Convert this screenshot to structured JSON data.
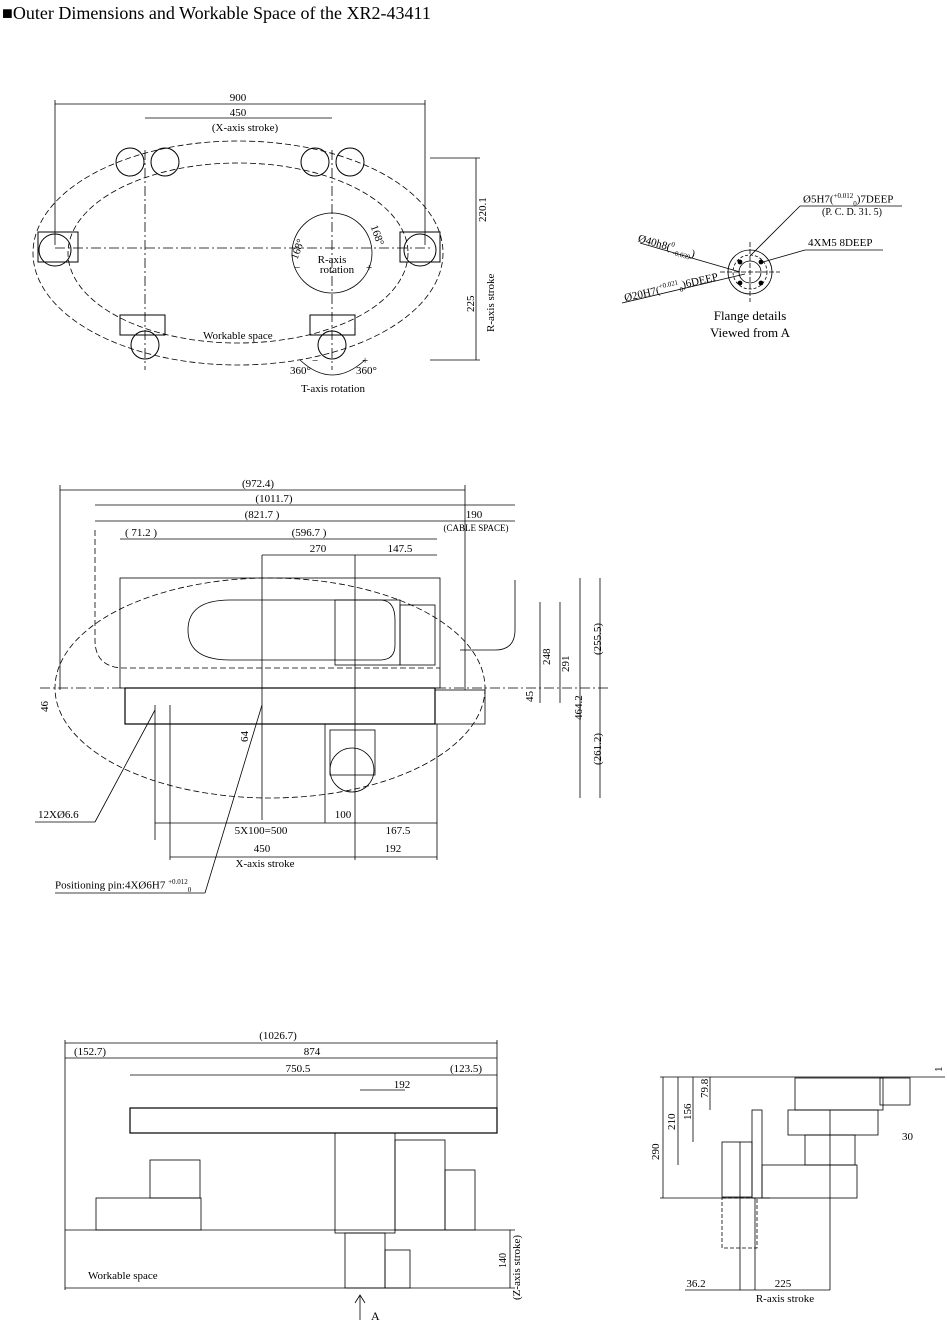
{
  "title": "■Outer Dimensions and Workable Space of the XR2-43411",
  "top_view": {
    "dim_900": "900",
    "dim_450": "450",
    "x_stroke": "(X-axis stroke)",
    "dim_220_1": "220.1",
    "dim_225": "225",
    "r_stroke": "R-axis stroke",
    "r_rotation_1": "R-axis",
    "r_rotation_2": "rotation",
    "angle_left": "168°",
    "angle_right": "168°",
    "minus": "−",
    "plus": "+",
    "workable_space": "Workable space",
    "t_left": "360°",
    "t_right": "360°",
    "t_minus": "−",
    "t_plus": "+",
    "t_rotation": "T-axis rotation"
  },
  "flange": {
    "hole1": "Ø5H7(",
    "hole1_tol_upper": "+0.012",
    "hole1_tol_lower": "0",
    "hole1_end": ")7DEEP",
    "pcd": "(P. C. D. 31. 5)",
    "shaft": "Ø40h8(",
    "shaft_tol_upper": "0",
    "shaft_tol_lower": "-0.039",
    "shaft_end": ")",
    "tap": "4XM5  8DEEP",
    "bore": "Ø20H7(",
    "bore_tol_upper": "+0.021",
    "bore_tol_lower": "0",
    "bore_end": ")6DEEP",
    "caption_1": "Flange details",
    "caption_2": "Viewed from A"
  },
  "plan_view": {
    "d972": "(972.4)",
    "d1011": "(1011.7)",
    "d821": "(821.7 )",
    "d190": "190",
    "cable": "(CABLE SPACE)",
    "d71": "( 71.2 )",
    "d596": "(596.7 )",
    "d270": "270",
    "d147": "147.5",
    "d248": "248",
    "d291": "291",
    "d255": "(255.5)",
    "d45": "45",
    "d464": "464.2",
    "d261": "(261.2)",
    "d46": "46",
    "d64": "64",
    "holes": "12XØ6.6",
    "d100": "100",
    "d500": "5X100=500",
    "d167": "167.5",
    "d450": "450",
    "d192": "192",
    "x_stroke": "X-axis stroke",
    "pin": "Positioning pin:4XØ6H7 ",
    "pin_tol_upper": "+0.012",
    "pin_tol_lower": "0"
  },
  "front_view": {
    "d1026": "(1026.7)",
    "d152": "(152.7)",
    "d874": "874",
    "d750": "750.5",
    "d123": "(123.5)",
    "d192": "192",
    "workable_space": "Workable space",
    "d140": "140",
    "z_stroke": "(Z-axis stroke)",
    "view_a": "A"
  },
  "side_view": {
    "d290": "290",
    "d210": "210",
    "d156": "156",
    "d79": "79.8",
    "d30": "30",
    "d1": "1",
    "d36": "36.2",
    "d225": "225",
    "r_stroke": "R-axis stroke"
  }
}
